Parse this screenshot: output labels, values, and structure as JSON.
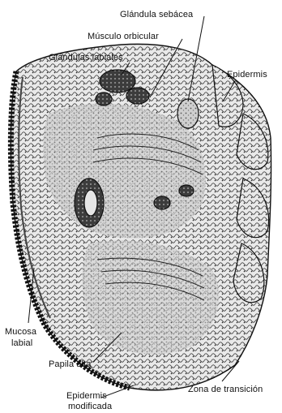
{
  "figure": {
    "background": "#ffffff",
    "ink": "#111111",
    "tissue_fill": "#bdbdbd",
    "tissue_dark": "#3a3a3a",
    "labels": {
      "glandula_sebacea": "Glándula sebácea",
      "musculo_orbicular": "Músculo orbicular",
      "glandulas_labiales": "Glándulas labiales",
      "epidermis": "Epidermis",
      "mucosa_labial_1": "Mucosa",
      "mucosa_labial_2": "labial",
      "papila_alta": "Papila alta",
      "zona_transicion": "Zona de transición",
      "epidermis_modificada_1": "Epidermis",
      "epidermis_modificada_2": "modificada"
    }
  }
}
